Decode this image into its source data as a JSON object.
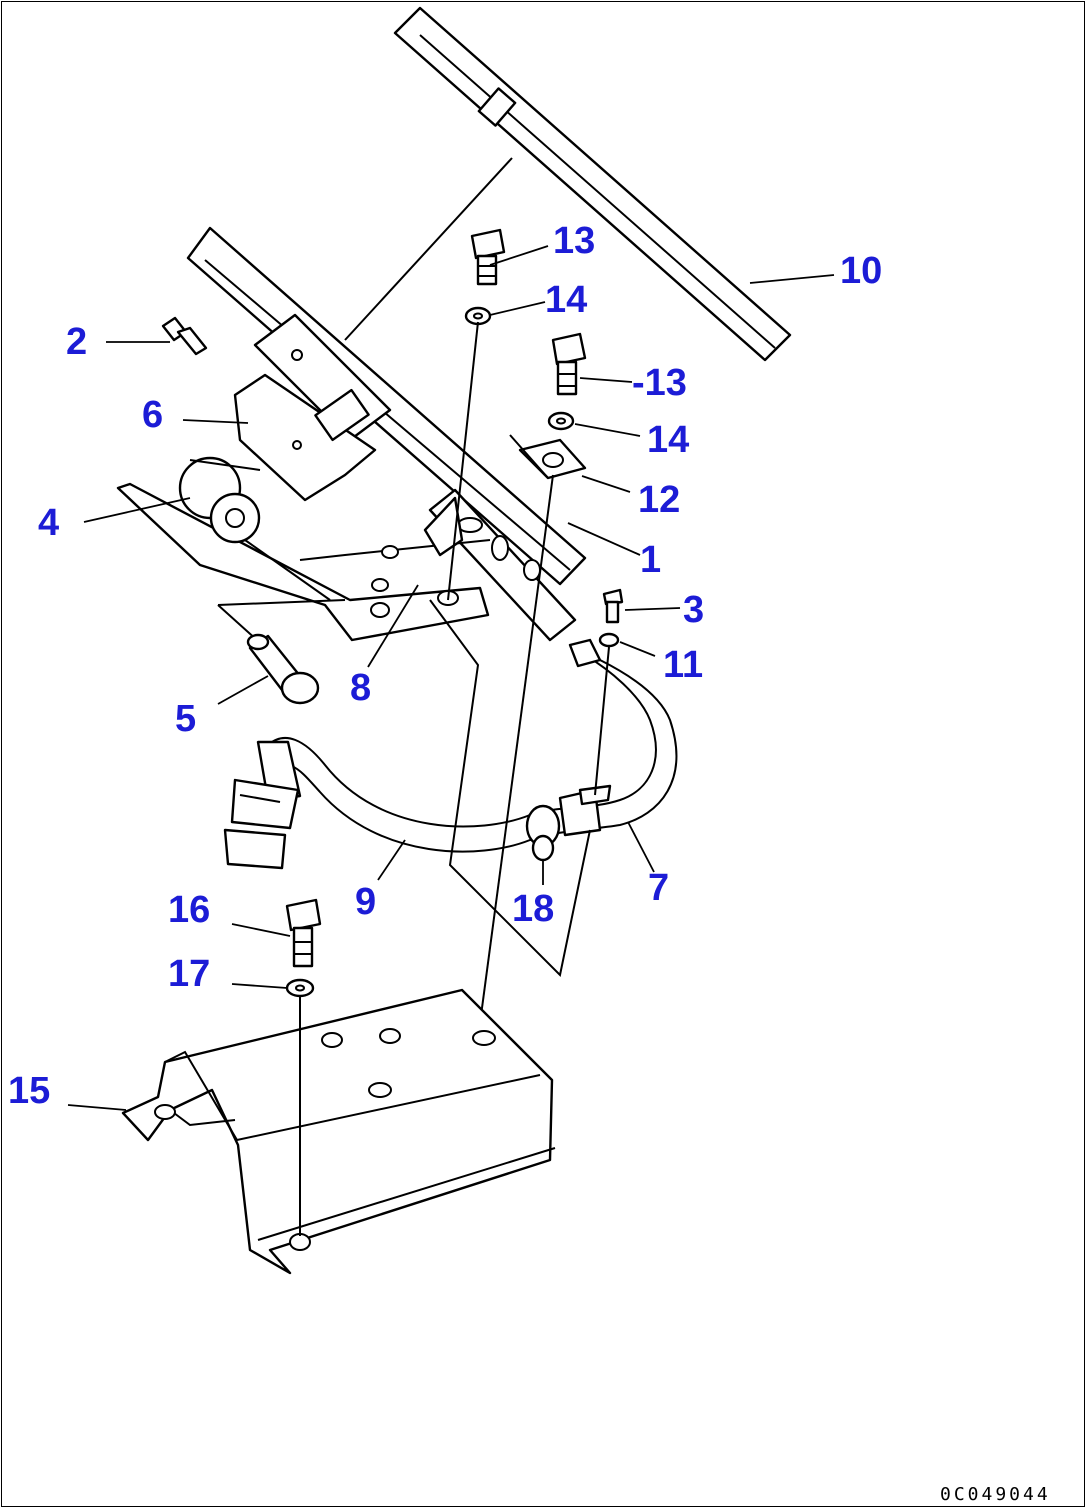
{
  "diagram": {
    "callouts": [
      {
        "id": "c1",
        "label": "1"
      },
      {
        "id": "c2",
        "label": "2"
      },
      {
        "id": "c3",
        "label": "3"
      },
      {
        "id": "c4",
        "label": "4"
      },
      {
        "id": "c5",
        "label": "5"
      },
      {
        "id": "c6",
        "label": "6"
      },
      {
        "id": "c7",
        "label": "7"
      },
      {
        "id": "c8",
        "label": "8"
      },
      {
        "id": "c9",
        "label": "9"
      },
      {
        "id": "c10",
        "label": "10"
      },
      {
        "id": "c11",
        "label": "11"
      },
      {
        "id": "c12",
        "label": "12"
      },
      {
        "id": "c13a",
        "label": "13"
      },
      {
        "id": "c13b",
        "label": "-13"
      },
      {
        "id": "c14a",
        "label": "14"
      },
      {
        "id": "c14b",
        "label": "14"
      },
      {
        "id": "c15",
        "label": "15"
      },
      {
        "id": "c16",
        "label": "16"
      },
      {
        "id": "c17",
        "label": "17"
      },
      {
        "id": "c18",
        "label": "18"
      }
    ],
    "drawing_code": "0C049044",
    "callout_color": "#1c1cd6"
  }
}
